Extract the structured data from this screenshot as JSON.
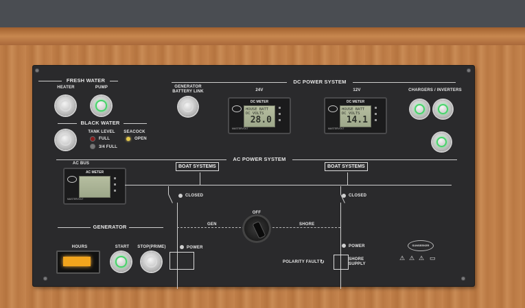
{
  "panel": {
    "fresh_water": {
      "title": "FRESH WATER",
      "heater": "HEATER",
      "pump": "PUMP"
    },
    "black_water": {
      "title": "BLACK WATER",
      "tank_level": "TANK LEVEL",
      "full": "FULL",
      "three_quarter_full": "3/4 FULL",
      "seacock": "SEACOCK",
      "open": "OPEN"
    },
    "dc_power": {
      "title": "DC POWER SYSTEM",
      "generator_battery_link": "GENERATOR BATTERY LINK",
      "meter_24v": {
        "label": "24V",
        "title": "DC METER",
        "line1": "HOUSE BATT",
        "line2": "DC VOLTS",
        "value": "28.0",
        "unit": "V",
        "brand": "MASTERVOLT"
      },
      "meter_12v": {
        "label": "12V",
        "title": "DC METER",
        "line1": "HOUSE BATT",
        "line2": "DC VOLTS",
        "value": "14.1",
        "brand": "MASTERVOLT"
      },
      "chargers_inverters": "CHARGERS / INVERTERS"
    },
    "ac_power": {
      "title": "AC POWER SYSTEM",
      "ac_bus": "AC BUS",
      "ac_meter": {
        "title": "AC METER",
        "brand": "MASTERVOLT"
      },
      "boat_systems_left": "BOAT SYSTEMS",
      "boat_systems_right": "BOAT SYSTEMS",
      "closed_left": "CLOSED",
      "closed_right": "CLOSED",
      "gen": "GEN",
      "shore": "SHORE",
      "off": "OFF",
      "power_left": "POWER",
      "power_right": "POWER",
      "polarity_fault": "POLARITY FAULT",
      "shore_supply": "SHORE SUPPLY"
    },
    "generator": {
      "title": "GENERATOR",
      "hours": "HOURS",
      "hours_value": "",
      "start": "START",
      "stop": "STOP(PRIME)"
    },
    "brand_badge": "SUNSEEKER"
  },
  "colors": {
    "panel": "#2a2a2c",
    "green_led": "#47d36a",
    "red_led": "#d33",
    "amber": "#f2a51d"
  }
}
